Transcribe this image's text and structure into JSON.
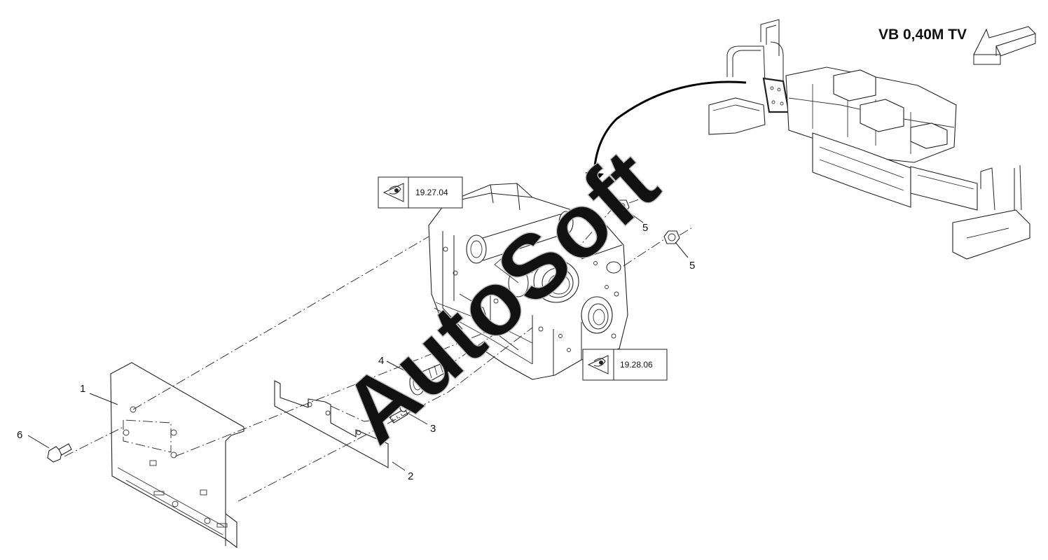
{
  "view_title": "VB 0,40M TV",
  "watermark": "AutoSoft",
  "refs": [
    {
      "label": "19.27.04",
      "icon": "eye-icon"
    },
    {
      "label": "19.28.06",
      "icon": "eye-icon"
    }
  ],
  "callouts": [
    {
      "label": "1"
    },
    {
      "label": "2"
    },
    {
      "label": "3"
    },
    {
      "label": "4"
    },
    {
      "label": "5"
    },
    {
      "label": "5"
    },
    {
      "label": "6"
    }
  ],
  "colors": {
    "line": "#222222",
    "watermark": "#bdbdbd",
    "background": "#ffffff"
  }
}
